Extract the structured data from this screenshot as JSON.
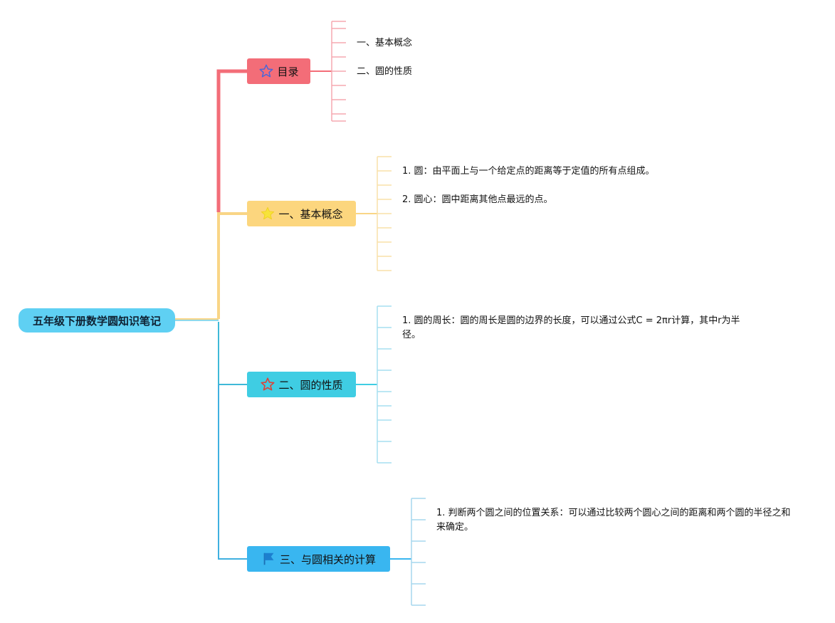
{
  "root": {
    "title": "五年级下册数学圆知识笔记"
  },
  "topics": [
    {
      "label": "目录",
      "icon": "star-outline-icon",
      "color": "#f36d78",
      "line_color": "#f36d78",
      "items": [
        "一、基本概念",
        "二、圆的性质"
      ]
    },
    {
      "label": "一、基本概念",
      "icon": "star-filled-icon",
      "color": "#fcd67e",
      "line_color": "#f9d586",
      "items": [
        "1. 圆：由平面上与一个给定点的距离等于定值的所有点组成。",
        "2. 圆心：圆中距离其他点最远的点。"
      ]
    },
    {
      "label": "二、圆的性质",
      "icon": "star-outline-icon",
      "color": "#3fcde3",
      "line_color": "#8fd9ec",
      "items": [
        "1. 圆的周长：圆的周长是圆的边界的长度，可以通过公式C = 2πr计算，其中r为半径。"
      ]
    },
    {
      "label": "三、与圆相关的计算",
      "icon": "flag-icon",
      "color": "#39b6f0",
      "line_color": "#8ccbe8",
      "items": [
        "1. 判断两个圆之间的位置关系：可以通过比较两个圆心之间的距离和两个圆的半径之和来确定。"
      ]
    }
  ]
}
